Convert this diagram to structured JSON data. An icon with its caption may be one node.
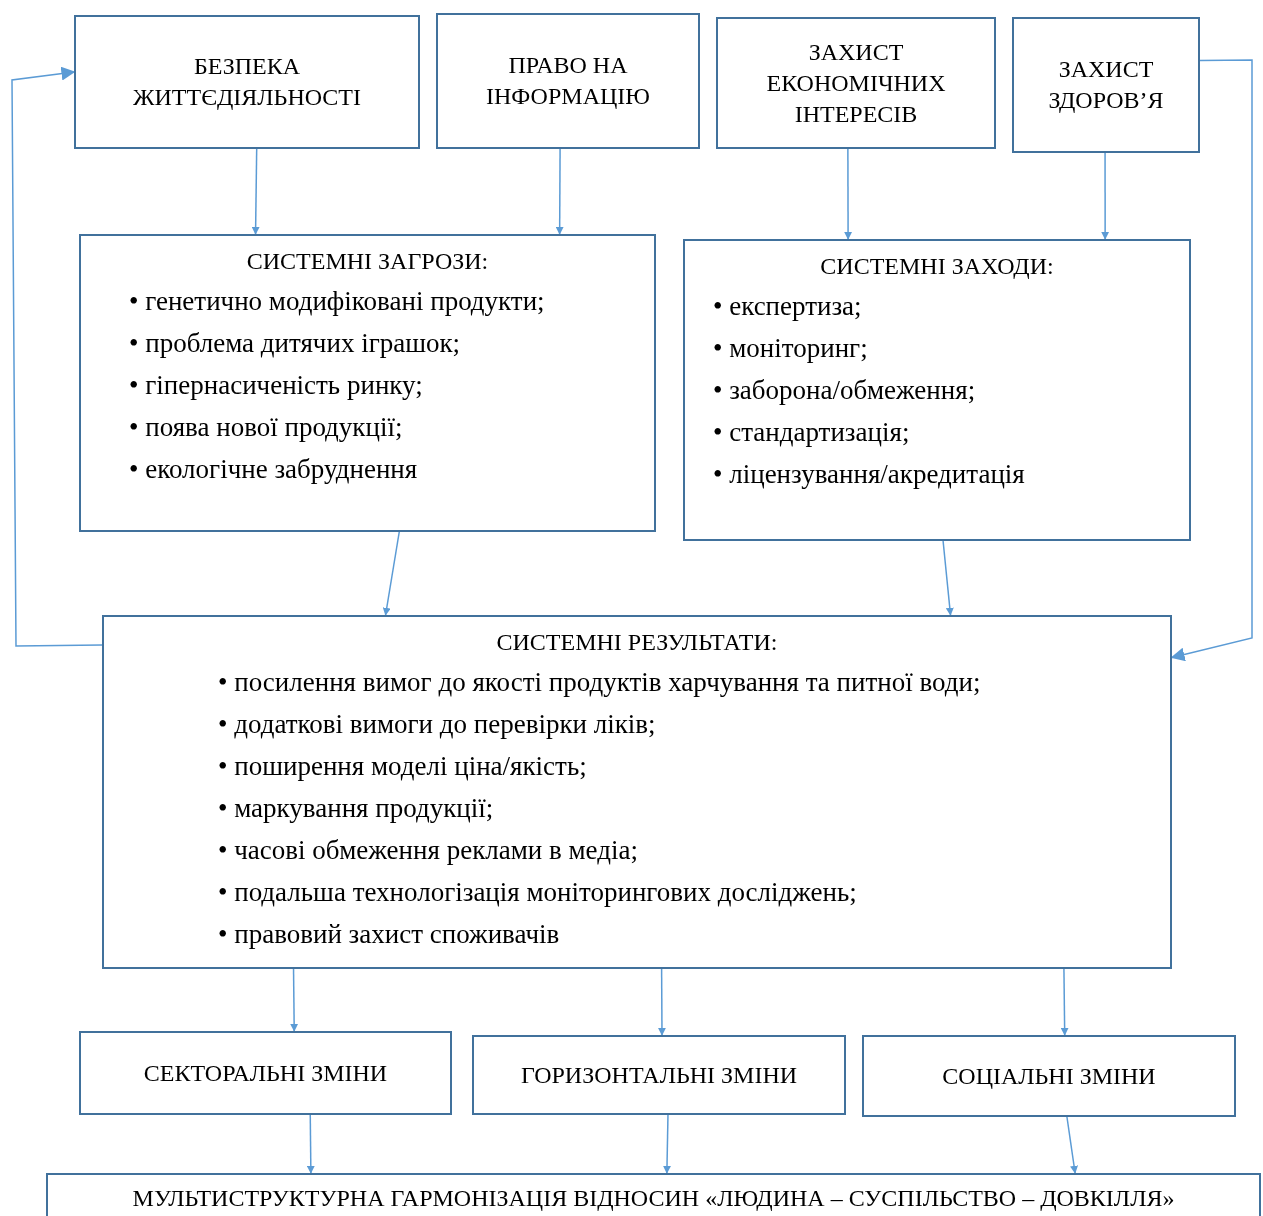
{
  "diagram": {
    "nodes": [
      {
        "text": [
          "БЕЗПЕКА ЖИТТЄДІЯЛЬНОСТІ"
        ]
      },
      {
        "text": [
          "ПРАВО НА ІНФОРМАЦІЮ"
        ]
      },
      {
        "text": [
          "ЗАХИСТ ЕКОНОМІЧНИХ ІНТЕРЕСІВ"
        ]
      },
      {
        "text": [
          "ЗАХИСТ ЗДОРОВ’Я"
        ]
      },
      {
        "text": [
          "СИСТЕМНІ ЗАГРОЗИ:",
          "• генетично модифіковані продукти;",
          "• проблема дитячих іграшок;",
          "• гіпернасиченість ринку;",
          "• поява нової продукції;",
          "• екологічне забруднення"
        ]
      },
      {
        "text": [
          "СИСТЕМНІ ЗАХОДИ:",
          "• експертиза;",
          "• моніторинг;",
          "• заборона/обмеження;",
          "• стандартизація;",
          "• ліцензування/акредитація"
        ]
      },
      {
        "text": [
          "СИСТЕМНІ РЕЗУЛЬТАТИ:",
          "• посилення вимог до якості продуктів харчування та питної води;",
          "• додаткові вимоги до перевірки ліків;",
          "• поширення моделі ціна/якість;",
          "• маркування продукції;",
          "• часові обмеження реклами в медіа;",
          "• подальша технологізація моніторингових досліджень;",
          "• правовий захист споживачів"
        ]
      },
      {
        "text": [
          "СЕКТОРАЛЬНІ ЗМІНИ"
        ]
      },
      {
        "text": [
          "ГОРИЗОНТАЛЬНІ ЗМІНИ"
        ]
      },
      {
        "text": [
          "СОЦІАЛЬНІ ЗМІНИ"
        ]
      },
      {
        "text": [
          "МУЛЬТИСТРУКТУРНА ГАРМОНІЗАЦІЯ ВІДНОСИН «ЛЮДИНА – СУСПІЛЬСТВО – ДОВКІЛЛЯ»"
        ]
      }
    ],
    "edges": [
      {
        "from": 0,
        "to": 4,
        "arrow": "to"
      },
      {
        "from": 1,
        "to": 4,
        "arrow": "to"
      },
      {
        "from": 2,
        "to": 5,
        "arrow": "to"
      },
      {
        "from": 3,
        "to": 5,
        "arrow": "to"
      },
      {
        "from": 4,
        "to": 6,
        "arrow": "to"
      },
      {
        "from": 5,
        "to": 6,
        "arrow": "to"
      },
      {
        "from": 3,
        "to": 6,
        "arrow": "to"
      },
      {
        "from": 6,
        "to": 7,
        "arrow": "to"
      },
      {
        "from": 6,
        "to": 8,
        "arrow": "to"
      },
      {
        "from": 6,
        "to": 9,
        "arrow": "to"
      },
      {
        "from": 7,
        "to": 10,
        "arrow": "to"
      },
      {
        "from": 8,
        "to": 10,
        "arrow": "to"
      },
      {
        "from": 9,
        "to": 10,
        "arrow": "to"
      },
      {
        "from": 6,
        "to": 0,
        "arrow": "to"
      }
    ]
  }
}
